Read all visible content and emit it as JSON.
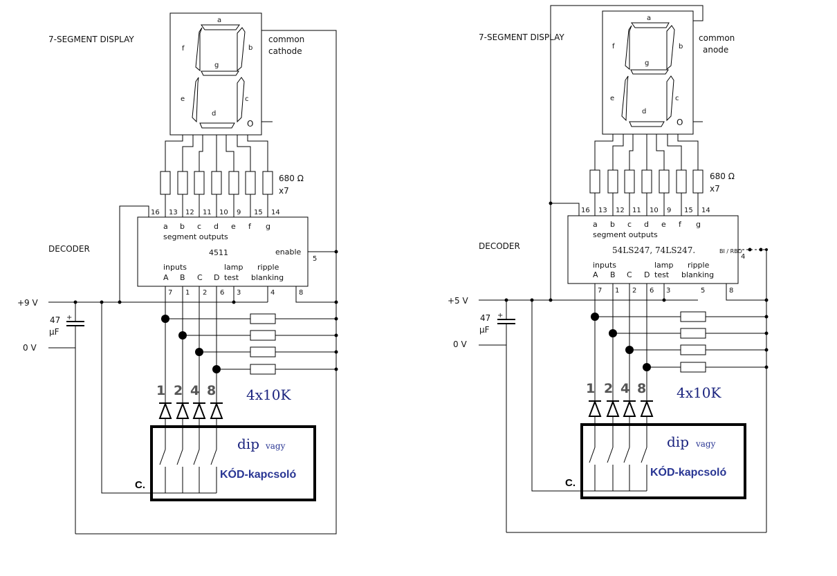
{
  "left": {
    "display_title": "7-SEGMENT DISPLAY",
    "display_type_line1": "common",
    "display_type_line2": "cathode",
    "segment_labels": [
      "a",
      "b",
      "c",
      "d",
      "e",
      "f",
      "g"
    ],
    "common_pin_label": "O",
    "resistor_value": "680 Ω",
    "resistor_count": "x7",
    "top_pins": [
      "16",
      "13",
      "12",
      "11",
      "10",
      "9",
      "15",
      "14"
    ],
    "section_label": "DECODER",
    "segment_outputs_label": "segment outputs",
    "chip_name": "4511",
    "enable_label": "enable",
    "enable_pin": "5",
    "inputs_label": "inputs",
    "input_letters": [
      "A",
      "B",
      "C",
      "D"
    ],
    "lamp_test_line1": "lamp",
    "lamp_test_line2": "test",
    "ripple_line1": "ripple",
    "ripple_line2": "blanking",
    "bottom_pins": [
      "7",
      "1",
      "2",
      "6",
      "3",
      "4",
      "8"
    ],
    "supply_label": "+9 V",
    "gnd_label": "0 V",
    "cap_value": "47",
    "cap_unit": "µF",
    "cap_plus": "+",
    "bit_labels": [
      "1",
      "2",
      "4",
      "8"
    ],
    "pullup_label": "4x10K",
    "dip_label": "dip",
    "vagy_label": "vagy",
    "kod_label": "KÓD-kapcsoló",
    "common_switch_label": "C."
  },
  "right": {
    "display_title": "7-SEGMENT DISPLAY",
    "display_type_line1": "common",
    "display_type_line2": "anode",
    "segment_labels": [
      "a",
      "b",
      "c",
      "d",
      "e",
      "f",
      "g"
    ],
    "common_pin_label": "O",
    "resistor_value": "680 Ω",
    "resistor_count": "x7",
    "top_pins": [
      "16",
      "13",
      "12",
      "11",
      "10",
      "9",
      "15",
      "14"
    ],
    "section_label": "DECODER",
    "segment_outputs_label": "segment outputs",
    "chip_name": "54LS247, 74LS247.",
    "bi_label": "BI / RBO",
    "bi_pin": "4",
    "inputs_label": "inputs",
    "input_letters": [
      "A",
      "B",
      "C",
      "D"
    ],
    "lamp_test_line1": "lamp",
    "lamp_test_line2": "test",
    "ripple_line1": "ripple",
    "ripple_line2": "blanking",
    "bottom_pins": [
      "7",
      "1",
      "2",
      "6",
      "3",
      "5",
      "8"
    ],
    "supply_label": "+5 V",
    "gnd_label": "0 V",
    "cap_value": "47",
    "cap_unit": "µF",
    "cap_plus": "+",
    "bit_labels": [
      "1",
      "2",
      "4",
      "8"
    ],
    "pullup_label": "4x10K",
    "dip_label": "dip",
    "vagy_label": "vagy",
    "kod_label": "KÓD-kapcsoló",
    "common_switch_label": "C."
  }
}
